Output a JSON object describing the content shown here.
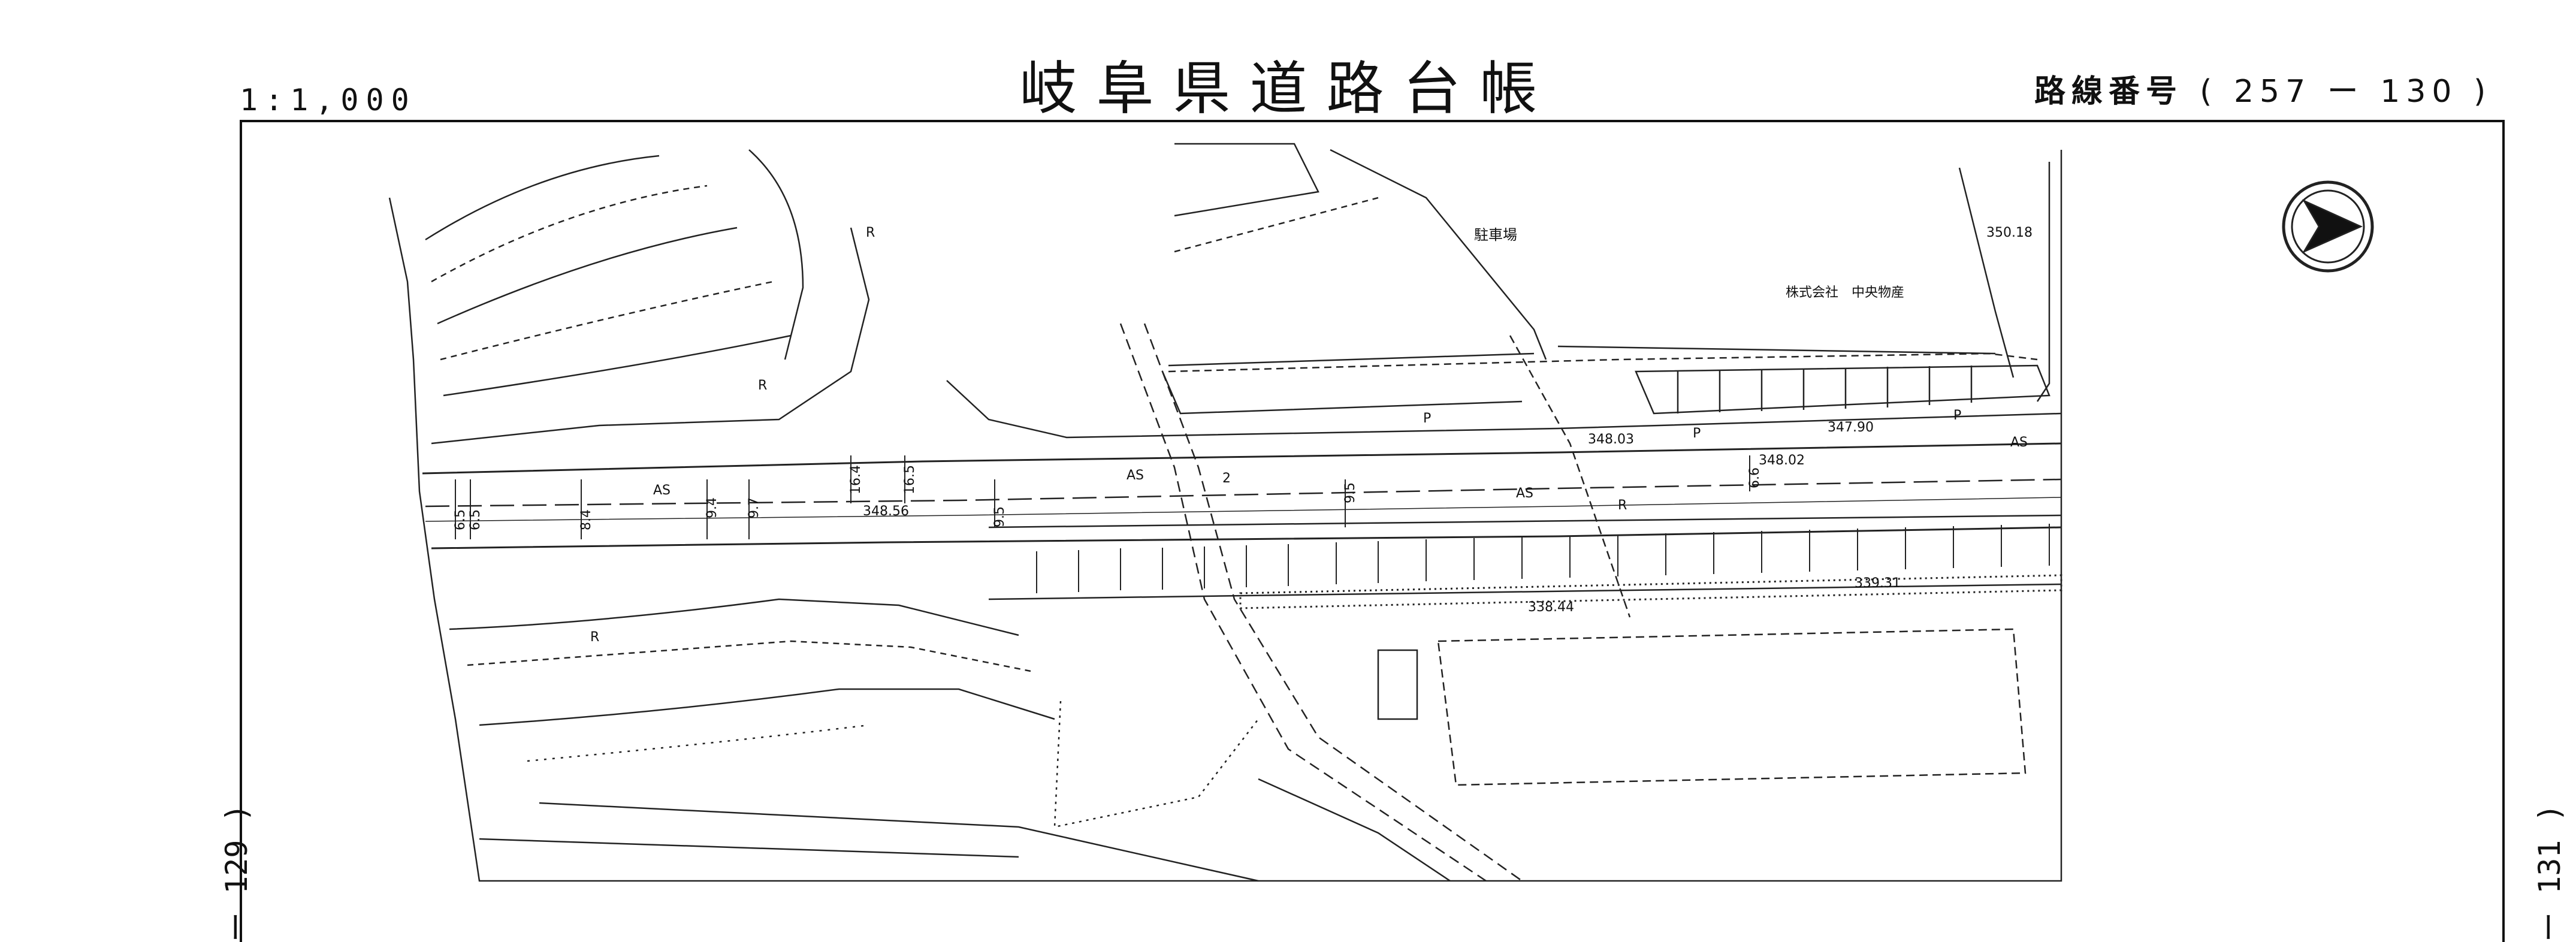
{
  "header": {
    "title": "岐阜県道路台帳",
    "scale": "1:1,000",
    "route_label": "路線番号",
    "route_number": "( 257 ー 130 )"
  },
  "sheet_refs": {
    "left": "ー 129 )",
    "right": "ー 131 )"
  },
  "map": {
    "labels": {
      "parking": "駐車場",
      "company": "株式会社　中央物産",
      "as1": "AS",
      "as2": "AS",
      "as3": "AS",
      "as4": "AS",
      "r1": "R",
      "r2": "R",
      "r3": "R",
      "r4": "R",
      "p1": "P",
      "p2": "P",
      "p3": "P",
      "elev_35018": "350.18",
      "elev_34803": "348.03",
      "elev_34790": "347.90",
      "elev_34802": "348.02",
      "elev_34856": "348.56",
      "elev_33931": "339.31",
      "elev_33844": "338.44",
      "w65a": "6.5",
      "w65b": "6.5",
      "w84": "8.4",
      "w94": "9.4",
      "w97": "9.7",
      "w164": "16.4",
      "w165": "16.5",
      "w95a": "9.5",
      "w2": "2",
      "w95b": "9.5",
      "w66": "6.6"
    },
    "north_arrow": "north-arrow-icon"
  }
}
